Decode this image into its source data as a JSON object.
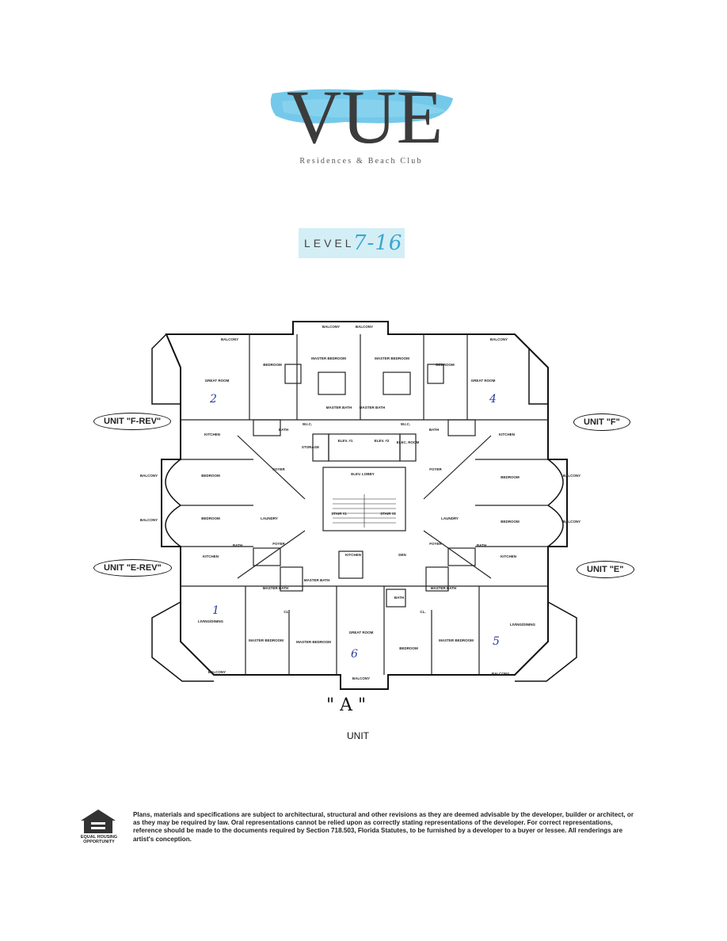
{
  "brand": {
    "name": "VUE",
    "tagline": "Residences & Beach Club",
    "accent_color": "#3aa6cf"
  },
  "level": {
    "word": "LEVEL",
    "range": "7-16"
  },
  "unit_tags": {
    "f_rev": "UNIT \"F-REV\"",
    "f": "UNIT \"F\"",
    "e_rev": "UNIT \"E-REV\"",
    "e": "UNIT \"E\""
  },
  "handwritten_numbers": {
    "n1": "1",
    "n2": "2",
    "n4": "4",
    "n5": "5",
    "n6": "6"
  },
  "rooms": {
    "balcony": "BALCONY",
    "great_room": "GREAT ROOM",
    "bedroom": "BEDROOM",
    "master_bedroom": "MASTER BEDROOM",
    "master_bath": "MASTER BATH",
    "kitchen": "KITCHEN",
    "bath": "BATH",
    "wic": "W.I.C.",
    "laundry": "LAUNDRY",
    "foyer": "FOYER",
    "storage": "STORAGE",
    "elev1": "ELEV. #1",
    "elev2": "ELEV. #2",
    "elec_room": "ELEC. ROOM",
    "elev_lobby": "ELEV. LOBBY",
    "stair1": "STAIR #1",
    "stair2": "STAIR #2",
    "living_dining": "LIVING/DINING",
    "den": "DEN",
    "cl": "CL."
  },
  "captions": {
    "unit_letter": "\" A \"",
    "unit_word": "UNIT"
  },
  "disclaimer": "Plans, materials and specifications are subject to architectural, structural and other revisions as they are deemed advisable by the developer, builder or architect, or as they may be required by law. Oral representations cannot be relied upon as correctly stating representations of the developer. For correct representations, reference should be made to the documents required by Section 718.503, Florida Statutes, to be furnished by a developer to a buyer or lessee. All renderings are artist's conception.",
  "equal_housing": "EQUAL HOUSING OPPORTUNITY"
}
